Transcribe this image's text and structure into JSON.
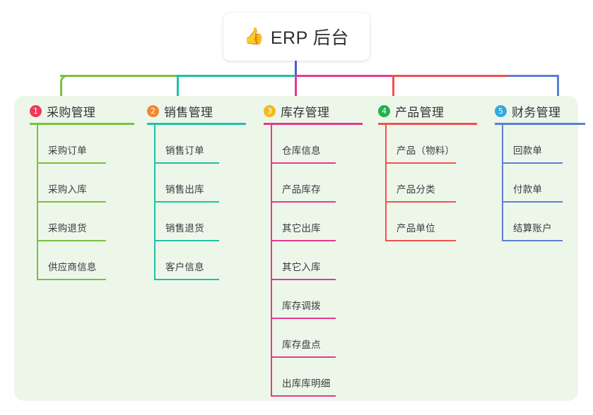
{
  "diagram": {
    "root": {
      "icon": "thumbs-up-emoji",
      "emoji": "👍",
      "title": "ERP 后台"
    },
    "panel_background": "#edf7e9",
    "root_stem_color": "#4c5bd4",
    "branches": [
      {
        "index": "1",
        "badge": "①",
        "badge_number": "1",
        "badge_color": "#f2395a",
        "color": "#7ac143",
        "title": "采购管理",
        "items": [
          "采购订单",
          "采购入库",
          "采购退货",
          "供应商信息"
        ]
      },
      {
        "index": "2",
        "badge": "②",
        "badge_number": "2",
        "badge_color": "#f5862e",
        "color": "#1fc1a6",
        "title": "销售管理",
        "items": [
          "销售订单",
          "销售出库",
          "销售退货",
          "客户信息"
        ]
      },
      {
        "index": "3",
        "badge": "③",
        "badge_number": "3",
        "badge_color": "#f5b91a",
        "color": "#e8388f",
        "title": "库存管理",
        "items": [
          "仓库信息",
          "产品库存",
          "其它出库",
          "其它入库",
          "库存调拨",
          "库存盘点",
          "出库库明细"
        ]
      },
      {
        "index": "4",
        "badge": "④",
        "badge_number": "4",
        "badge_color": "#20b24b",
        "color": "#f4504f",
        "title": "产品管理",
        "items": [
          "产品（物料）",
          "产品分类",
          "产品单位"
        ]
      },
      {
        "index": "5",
        "badge": "⑤",
        "badge_number": "5",
        "badge_color": "#35a8e0",
        "color": "#5b7fd4",
        "title": "财务管理",
        "items": [
          "回款单",
          "付款单",
          "结算账户"
        ]
      }
    ]
  }
}
